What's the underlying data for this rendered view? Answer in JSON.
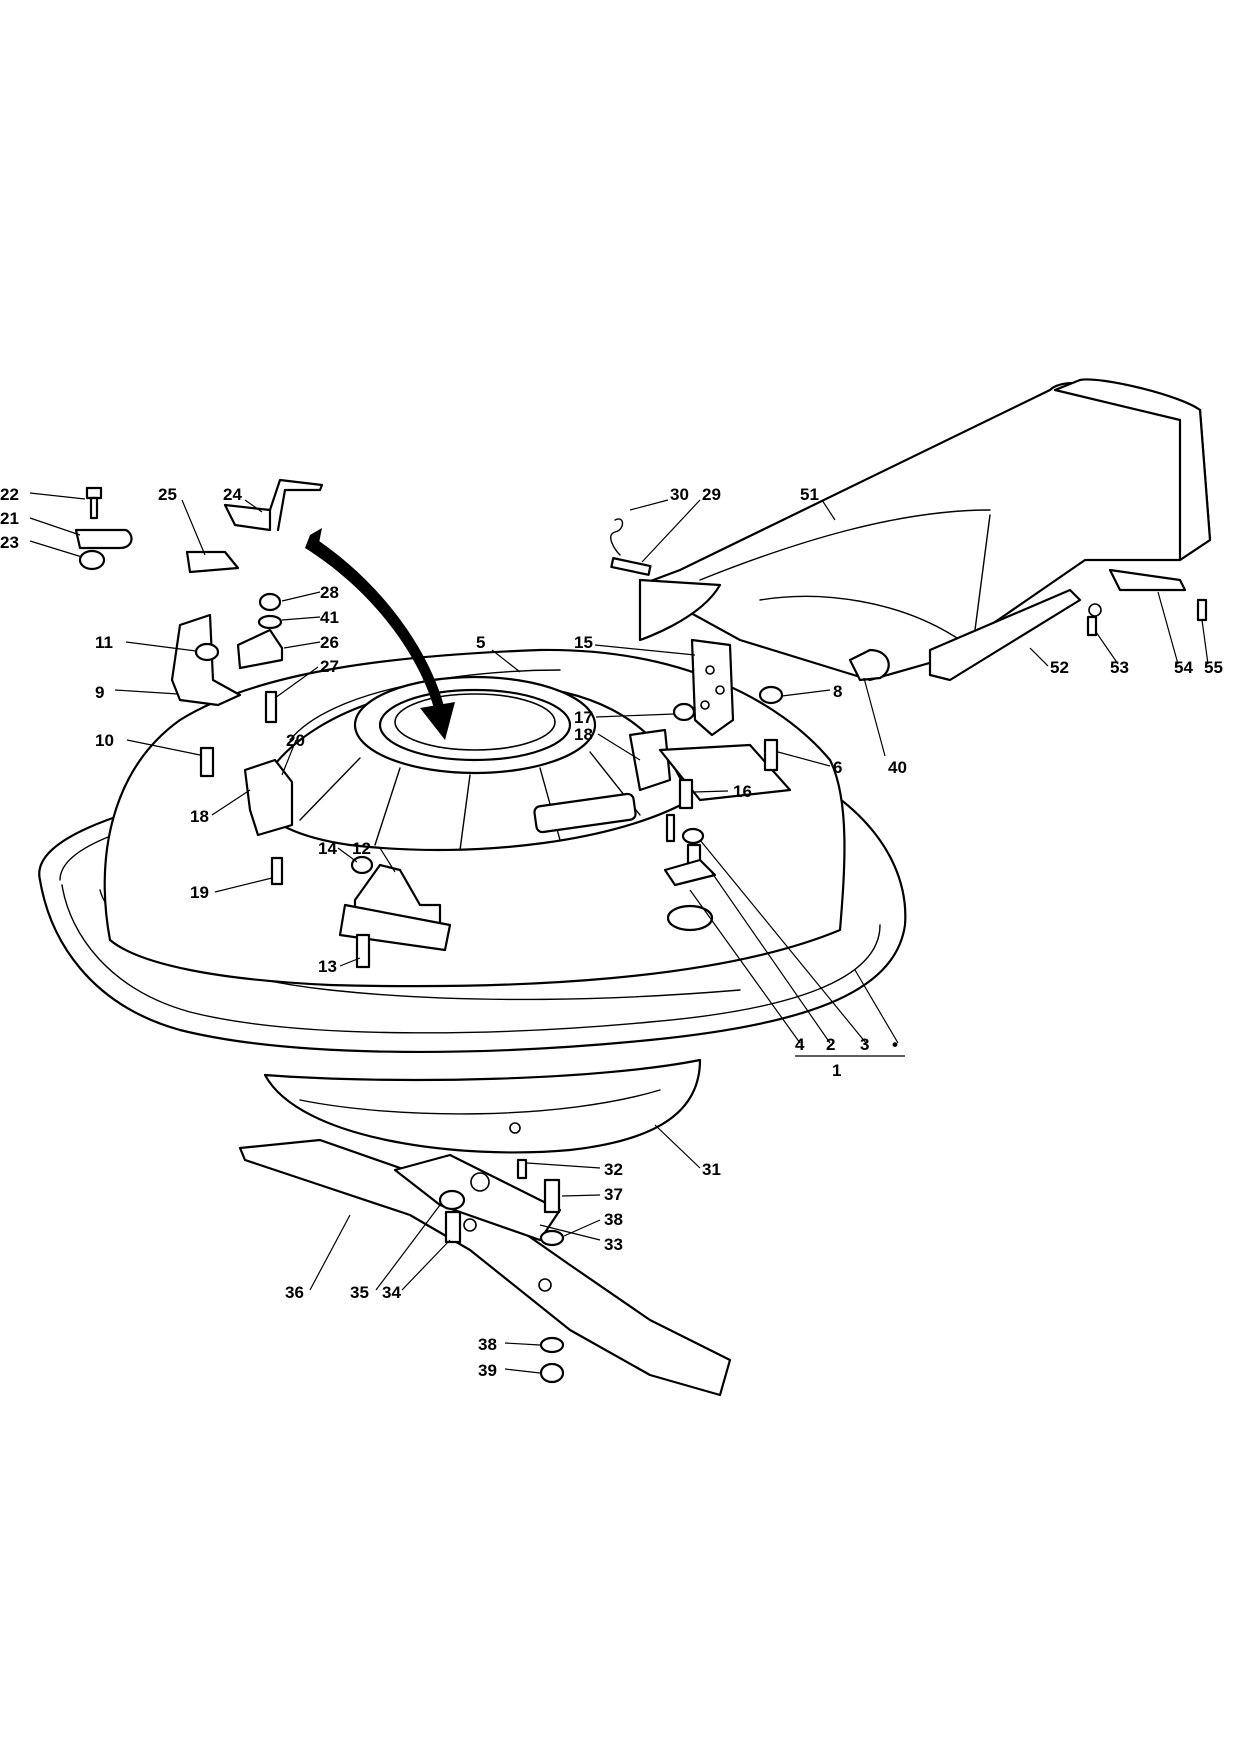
{
  "labels": {
    "l22": "22",
    "l21": "21",
    "l23": "23",
    "l25": "25",
    "l24": "24",
    "l28": "28",
    "l41": "41",
    "l26": "26",
    "l27": "27",
    "l11": "11",
    "l9": "9",
    "l10": "10",
    "l20": "20",
    "l18a": "18",
    "l19": "19",
    "l14": "14",
    "l12": "12",
    "l13": "13",
    "l5": "5",
    "l15": "15",
    "l17": "17",
    "l18b": "18",
    "l16": "16",
    "l8": "8",
    "l6": "6",
    "l40": "40",
    "l30": "30",
    "l29": "29",
    "l51": "51",
    "l52": "52",
    "l53": "53",
    "l54": "54",
    "l55": "55",
    "l4": "4",
    "l2": "2",
    "l3": "3",
    "ldot": "•",
    "l1": "1",
    "l31": "31",
    "l32": "32",
    "l37": "37",
    "l38a": "38",
    "l33": "33",
    "l36": "36",
    "l35": "35",
    "l34": "34",
    "l38b": "38",
    "l39": "39"
  }
}
